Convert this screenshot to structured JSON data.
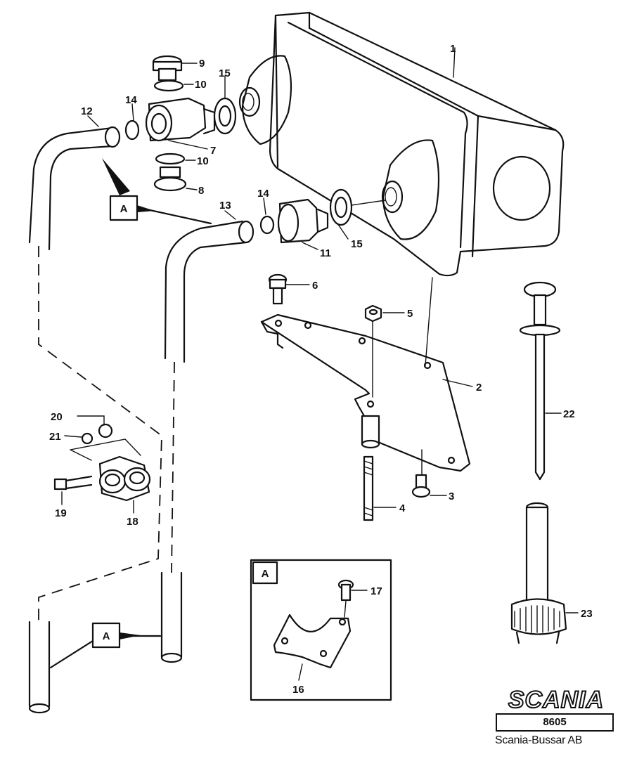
{
  "callouts": {
    "p1": "1",
    "p2": "2",
    "p3": "3",
    "p4": "4",
    "p5": "5",
    "p6": "6",
    "p7": "7",
    "p8": "8",
    "p9": "9",
    "p10a": "10",
    "p10b": "10",
    "p11": "11",
    "p12": "12",
    "p13": "13",
    "p14a": "14",
    "p14b": "14",
    "p15a": "15",
    "p15b": "15",
    "p16": "16",
    "p17": "17",
    "p18": "18",
    "p19": "19",
    "p20": "20",
    "p21": "21",
    "p22": "22",
    "p23": "23"
  },
  "detail_refs": {
    "upper": "A",
    "lower": "A",
    "inset": "A"
  },
  "title_block": {
    "brand": "SCANIA",
    "drawing_number": "8605",
    "publisher": "Scania-Bussar AB"
  }
}
